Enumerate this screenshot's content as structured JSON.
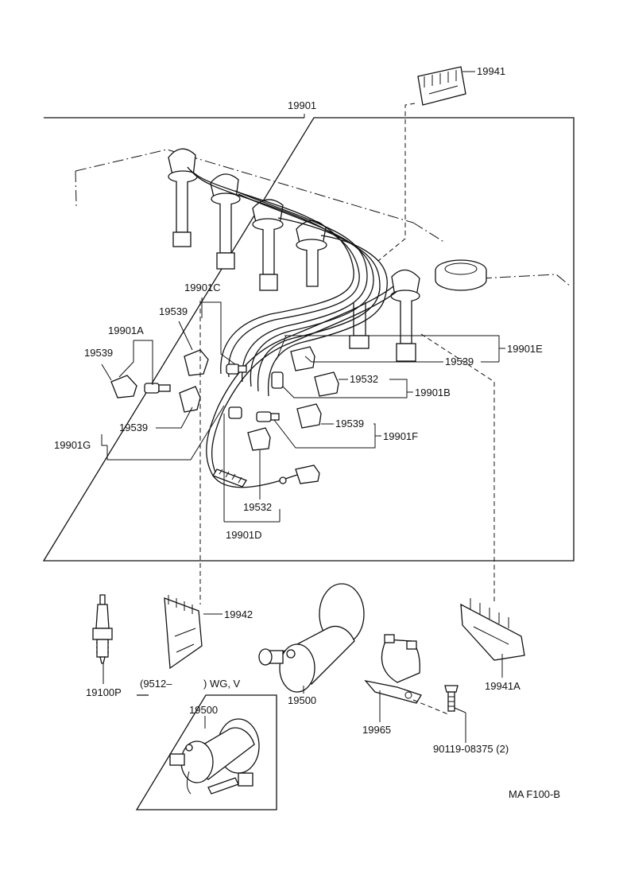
{
  "labels": {
    "p19941": "19941",
    "p19901": "19901",
    "p19901C": "19901C",
    "p19539_c": "19539",
    "p19901A": "19901A",
    "p19539_a": "19539",
    "p19901E": "19901E",
    "p19539_e": "19539",
    "p19532_b": "19532",
    "p19901B": "19901B",
    "p19539_g": "19539",
    "p19901G": "19901G",
    "p19539_f": "19539",
    "p19901F": "19901F",
    "p19532_d": "19532",
    "p19901D": "19901D",
    "p19942": "19942",
    "p19100P": "19100P",
    "p19500": "19500",
    "p19965": "19965",
    "p19941A": "19941A",
    "bolt": "90119-08375 (2)",
    "inset_note_a": "(9512–",
    "inset_note_b": ") WG, V",
    "p19500_inset": "19500",
    "fig_code": "MA F100-B"
  }
}
